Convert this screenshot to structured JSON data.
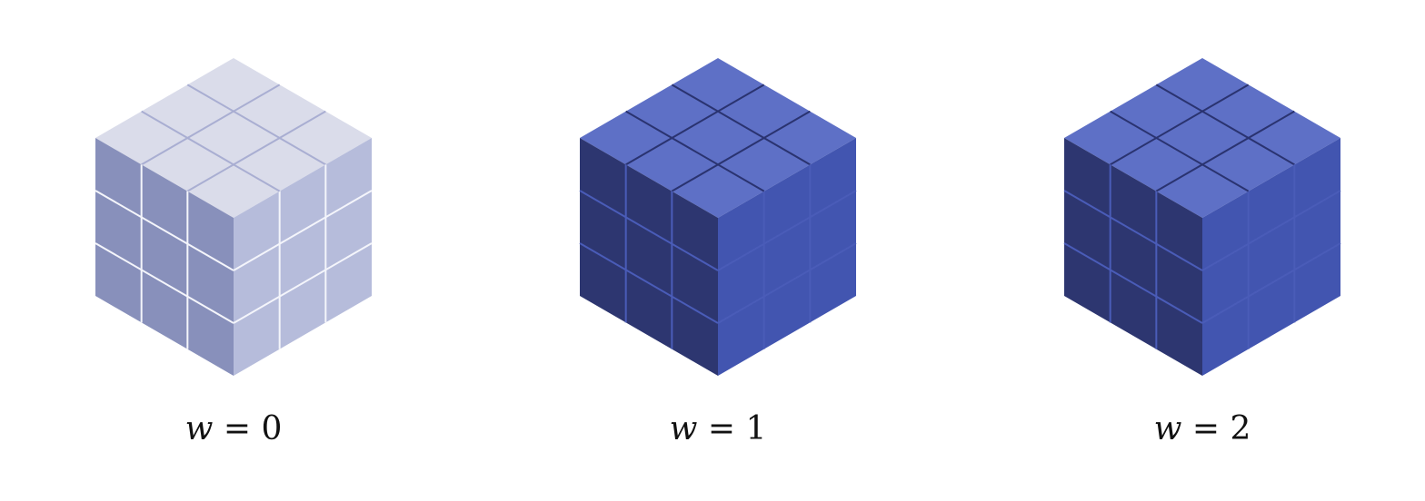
{
  "panels": [
    {
      "variable": "w",
      "equals": "=",
      "value": "0",
      "state": "faded",
      "colors": {
        "top": "#dadcea",
        "left": "#8890bb",
        "right": "#b6bcdb",
        "grid": "#f4f5fb",
        "top_grid": "#a9aed2"
      }
    },
    {
      "variable": "w",
      "equals": "=",
      "value": "1",
      "state": "solid",
      "colors": {
        "top": "#5e70c6",
        "left": "#2d3670",
        "right": "#4255b0",
        "grid": "#4a5cb8",
        "top_grid": "#2a3370"
      }
    },
    {
      "variable": "w",
      "equals": "=",
      "value": "2",
      "state": "solid",
      "colors": {
        "top": "#5e70c6",
        "left": "#2d3670",
        "right": "#4255b0",
        "grid": "#4a5cb8",
        "top_grid": "#2a3370"
      }
    }
  ],
  "cube_grid": 3
}
